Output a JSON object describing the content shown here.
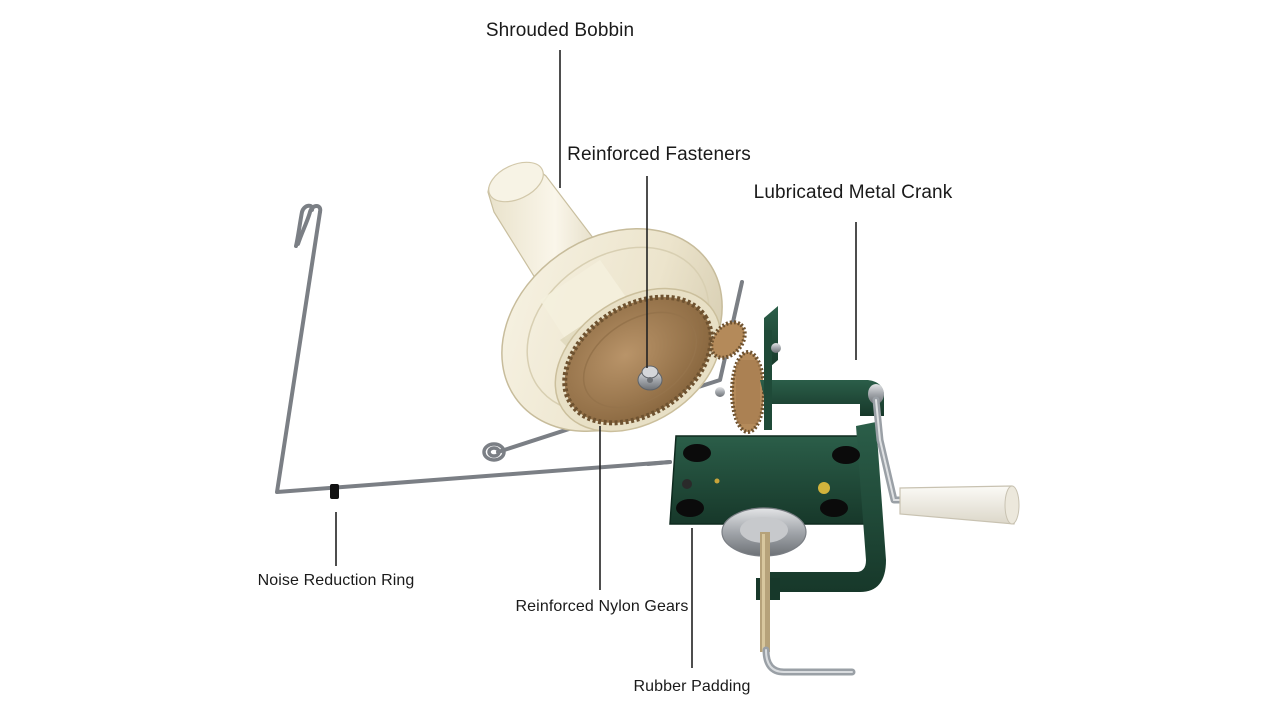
{
  "diagram": {
    "callouts": [
      {
        "id": "shrouded-bobbin",
        "label": "Shrouded Bobbin"
      },
      {
        "id": "reinforced-fasteners",
        "label": "Reinforced Fasteners"
      },
      {
        "id": "lubricated-metal-crank",
        "label": "Lubricated Metal Crank"
      },
      {
        "id": "noise-reduction-ring",
        "label": "Noise Reduction Ring"
      },
      {
        "id": "reinforced-nylon-gears",
        "label": "Reinforced Nylon Gears"
      },
      {
        "id": "rubber-padding",
        "label": "Rubber Padding"
      }
    ]
  },
  "colors": {
    "background": "#ffffff",
    "leader_line": "#222222",
    "bobbin_cream": "#eee7d2",
    "gear_tan": "#a8825a",
    "frame_green": "#1f4a38",
    "wire_metal": "#7b7f85",
    "handle_cream": "#f1eee6"
  }
}
